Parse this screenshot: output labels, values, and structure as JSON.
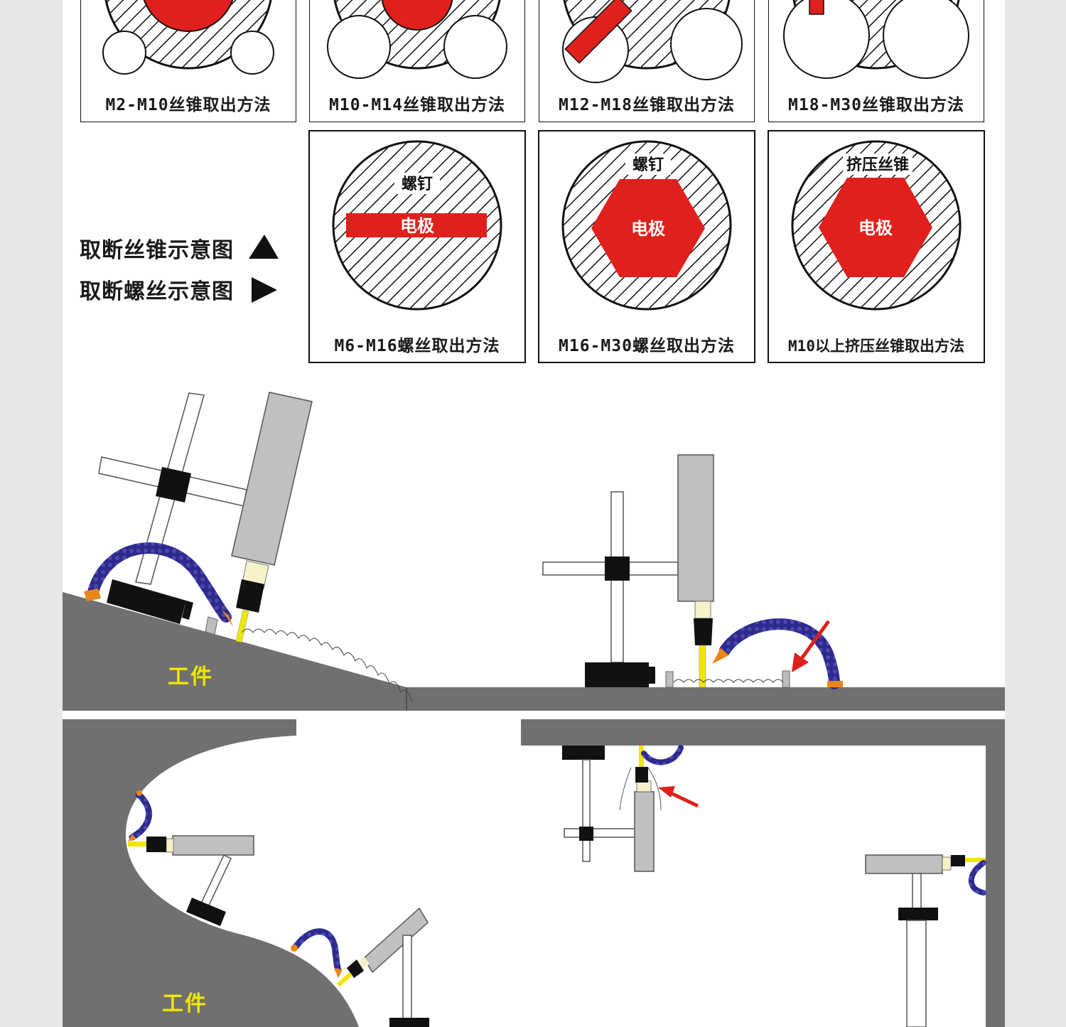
{
  "cards_row1": [
    {
      "label": "M2-M10丝锥取出方法"
    },
    {
      "label": "M10-M14丝锥取出方法"
    },
    {
      "label": "M12-M18丝锥取出方法"
    },
    {
      "label": "M18-M30丝锥取出方法"
    }
  ],
  "cards_row2": [
    {
      "label": "M6-M16螺丝取出方法",
      "top_text": "螺钉",
      "electrode_text": "电极"
    },
    {
      "label": "M16-M30螺丝取出方法",
      "top_text": "螺钉",
      "electrode_text": "电极"
    },
    {
      "label": "M10以上挤压丝锥取出方法",
      "top_text": "挤压丝锥",
      "electrode_text": "电极"
    }
  ],
  "legend": {
    "tap": "取断丝锥示意图",
    "screw": "取断螺丝示意图"
  },
  "workpiece_labels": {
    "upper": "工件",
    "lower": "工件"
  },
  "colors": {
    "red": "#e0201c",
    "workpiece": "#707070",
    "tube": "#2c2a8c",
    "nozzle": "#e8861a",
    "electrode": "#f2e600",
    "body": "#c0c0c0",
    "block": "#111111"
  }
}
